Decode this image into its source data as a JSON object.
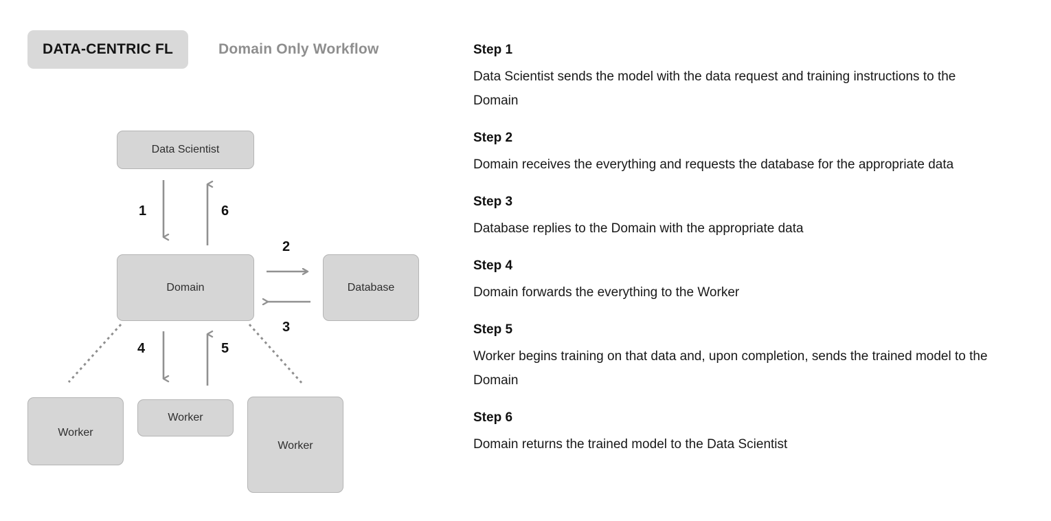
{
  "tabs": [
    {
      "label": "DATA-CENTRIC FL",
      "active": true
    },
    {
      "label": "Domain Only Workflow",
      "active": false
    }
  ],
  "colors": {
    "node_fill": "#d6d6d6",
    "node_border": "#b4b4b4",
    "tab_active_bg": "#d9d9d9",
    "tab_inactive_text": "#8e8e8e",
    "arrow": "#919191",
    "dotted_line": "#8f8f8f",
    "text": "#111111",
    "background": "#ffffff"
  },
  "diagram": {
    "nodes": {
      "data_scientist": "Data Scientist",
      "domain": "Domain",
      "database": "Database",
      "worker_left": "Worker",
      "worker_mid": "Worker",
      "worker_right": "Worker"
    },
    "edge_labels": {
      "one": "1",
      "two": "2",
      "three": "3",
      "four": "4",
      "five": "5",
      "six": "6"
    },
    "edges": [
      {
        "label": "1",
        "from": "data_scientist",
        "to": "domain",
        "style": "solid",
        "direction": "down"
      },
      {
        "label": "6",
        "from": "domain",
        "to": "data_scientist",
        "style": "solid",
        "direction": "up"
      },
      {
        "label": "2",
        "from": "domain",
        "to": "database",
        "style": "solid",
        "direction": "right"
      },
      {
        "label": "3",
        "from": "database",
        "to": "domain",
        "style": "solid",
        "direction": "left"
      },
      {
        "label": "4",
        "from": "domain",
        "to": "worker_mid",
        "style": "solid",
        "direction": "down"
      },
      {
        "label": "5",
        "from": "worker_mid",
        "to": "domain",
        "style": "solid",
        "direction": "up"
      },
      {
        "label": "",
        "from": "domain",
        "to": "worker_left",
        "style": "dotted",
        "direction": "none"
      },
      {
        "label": "",
        "from": "domain",
        "to": "worker_right",
        "style": "dotted",
        "direction": "none"
      }
    ]
  },
  "steps": [
    {
      "title": "Step 1",
      "body": "Data Scientist sends the model with the data request and training instructions to the Domain"
    },
    {
      "title": "Step 2",
      "body": "Domain receives the everything and requests the database for the appropriate data"
    },
    {
      "title": "Step 3",
      "body": "Database replies to the Domain with the appropriate data"
    },
    {
      "title": "Step 4",
      "body": "Domain forwards the everything to the Worker"
    },
    {
      "title": "Step 5",
      "body": "Worker begins training on that data and, upon completion, sends the trained model to the Domain"
    },
    {
      "title": "Step 6",
      "body": "Domain returns the trained model to the Data Scientist"
    }
  ]
}
